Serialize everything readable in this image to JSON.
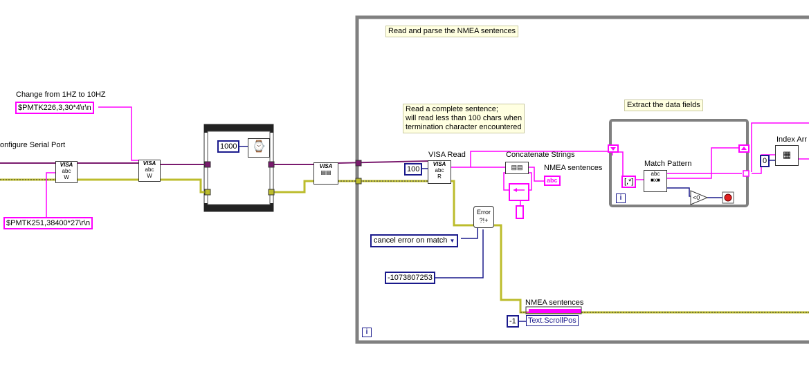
{
  "labels": {
    "read_parse_comment": "Read and parse the NMEA sentences",
    "change_rate": "Change from 1HZ to 10HZ",
    "configure_serial": "onfigure Serial Port",
    "visa_read": "VISA Read",
    "concat_strings": "Concatenate Strings",
    "nmea_sentences_1": "NMEA sentences",
    "nmea_sentences_2": "NMEA sentences",
    "extract_fields": "Extract the data fields",
    "match_pattern": "Match Pattern",
    "index_array": "Index Arr"
  },
  "comment_read": [
    "Read a complete sentence;",
    "will read less than 100 chars when",
    "termination character encountered"
  ],
  "constants": {
    "pmtk226": "$PMTK226,3,30*4\\r\\n",
    "pmtk251": "$PMTK251,38400*27\\r\\n",
    "wait_ms": "1000",
    "read_count": "100",
    "error_code": "-1073807253",
    "scroll_value": "-1",
    "array_index": "0",
    "pattern": "[,*]"
  },
  "enum": {
    "cancel_error": "cancel error on match"
  },
  "property": {
    "text_scrollpos": "Text.ScrollPos"
  },
  "indicator": {
    "nmea_abc": "abc"
  },
  "icons": {
    "visa_tag": "VISA",
    "loop_iteration": "i",
    "error_symbol": "Error ?!+"
  },
  "colors": {
    "string_wire": "#ff00ff",
    "error_wire": "#bcbc2c",
    "visa_wire": "#7a1a6e",
    "numeric": "#1a1a8c",
    "loop_frame": "#808080"
  }
}
